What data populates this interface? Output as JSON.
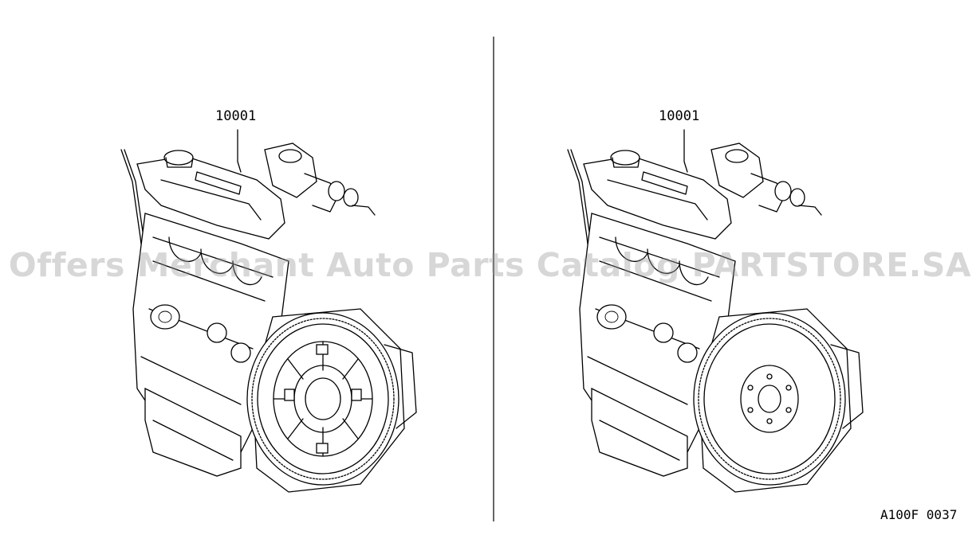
{
  "panels": [
    {
      "part_number": "10001",
      "variant": "engine-with-clutch"
    },
    {
      "part_number": "10001",
      "variant": "engine-with-flywheel"
    }
  ],
  "drawing_code": "A100F 0037",
  "watermark": "Offers Merchant Auto Parts Catalog PARTSTORE.SA"
}
